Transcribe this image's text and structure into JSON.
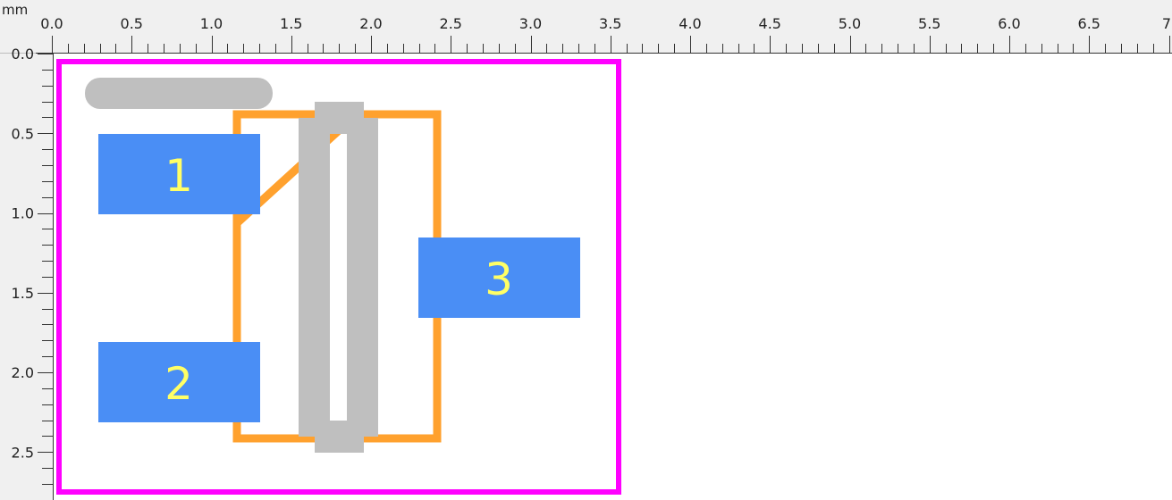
{
  "ruler": {
    "unit": "mm",
    "x_labels": [
      "0.0",
      "0.5",
      "1.0",
      "1.5",
      "2.0",
      "2.5",
      "3.0",
      "3.5",
      "4.0",
      "4.5",
      "5.0",
      "5.5",
      "6.0",
      "6.5",
      "7."
    ],
    "y_labels": [
      "0.0",
      "0.5",
      "1.0",
      "1.5",
      "2.0",
      "2.5"
    ]
  },
  "colors": {
    "courtyard": "#ff00ff",
    "fab": "#ffa12e",
    "silk": "#bfbfbf",
    "pad": "#4a8ef5",
    "pad_text": "#ffff66",
    "ruler_bg": "#f0f0f0"
  },
  "pads": [
    {
      "number": "1"
    },
    {
      "number": "2"
    },
    {
      "number": "3"
    }
  ]
}
